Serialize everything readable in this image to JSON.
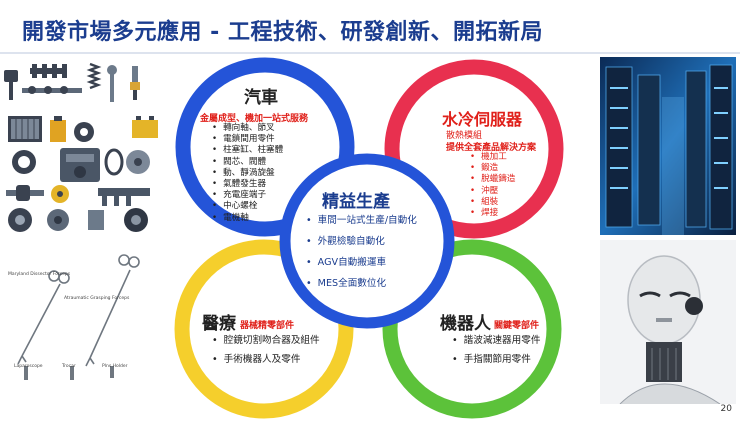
{
  "header": {
    "title": "開發市場多元應用 - 工程技術、研發創新、開拓新局"
  },
  "rings": {
    "auto": {
      "title": "汽車",
      "subtitle": "金屬成型、機加一站式服務",
      "items": [
        "轉向軸、節叉",
        "電鎖間用零件",
        "柱塞缸、柱塞體",
        "閥芯、閥體",
        "動、靜渦旋盤",
        "氣體發生器",
        "充電座端子",
        "中心螺栓",
        "電機軸"
      ]
    },
    "server": {
      "title": "水冷伺服器",
      "line1": "散熱模組",
      "line2": "提供全套產品解決方案",
      "items": [
        "機加工",
        "鍛造",
        "脫蠟鑄造",
        "沖壓",
        "組裝",
        "焊接"
      ]
    },
    "lean": {
      "title": "精益生產",
      "items": [
        "車間一站式生產/自動化",
        "外觀檢驗自動化",
        "AGV自動搬運車",
        "MES全面數位化"
      ]
    },
    "medical": {
      "title": "醫療",
      "subtitle": "器械精零部件",
      "items": [
        "腔鏡切割吻合器及組件",
        "手術機器人及零件"
      ]
    },
    "robot": {
      "title": "機器人",
      "subtitle": "關鍵零部件",
      "items": [
        "諧波減速器用零件",
        "手指關節用零件"
      ]
    }
  },
  "instruments": {
    "labels": [
      "Maryland Dissector Forceps",
      "Atraumatic Grasping Forceps",
      "Laparoscope",
      "Trocar",
      "Plns Holder"
    ]
  },
  "page_number": "20",
  "colors": {
    "ring_blue": "#2454d8",
    "ring_red": "#e8304f",
    "ring_yellow": "#f5cf2c",
    "ring_green": "#5cc23a",
    "title_blue": "#1b3d8f",
    "accent_red": "#e0201a"
  }
}
